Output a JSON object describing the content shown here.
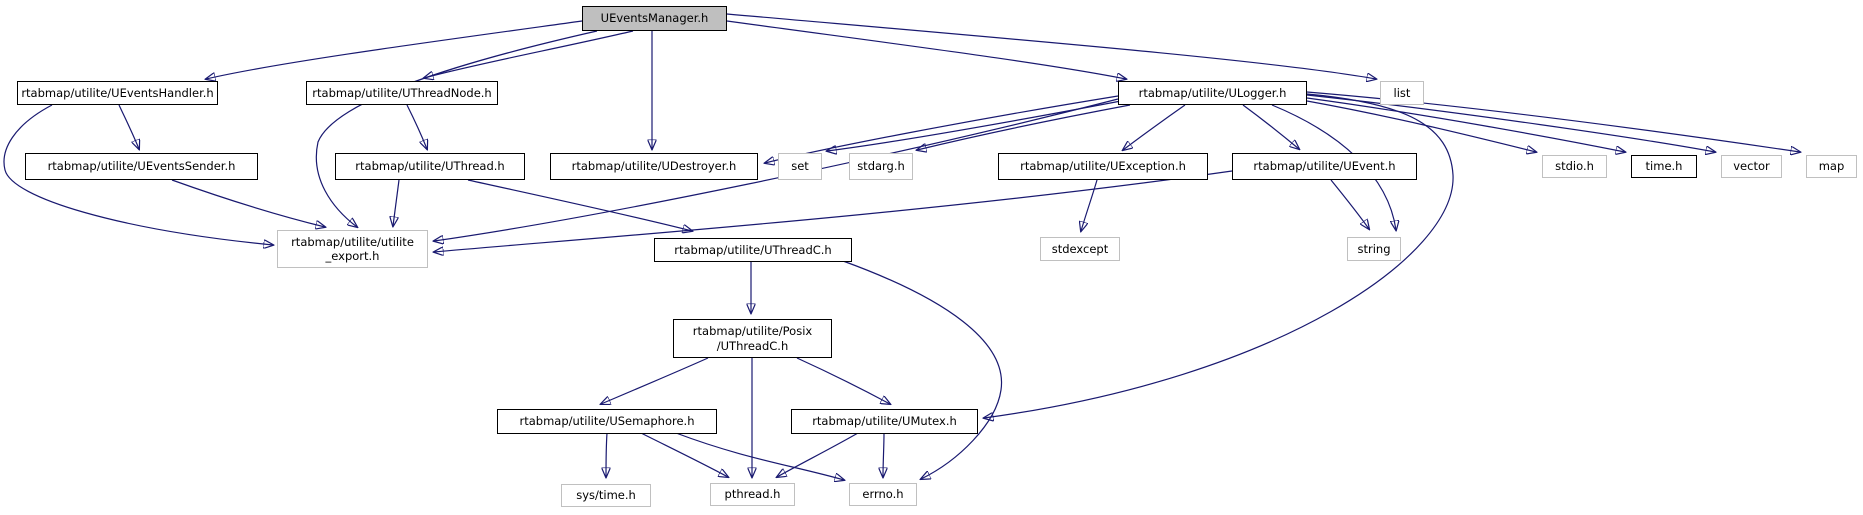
{
  "diagram": {
    "type": "include-dependency-graph",
    "root": "UEventsManager.h",
    "colors": {
      "edge": "#191970",
      "root_fill": "#bfbfbf",
      "border_documented": "#000000",
      "border_external": "#c0c0c0",
      "text": "#000000",
      "background": "#ffffff"
    },
    "nodes": [
      {
        "id": "ueventsmanager",
        "label": "UEventsManager.h",
        "kind": "root"
      },
      {
        "id": "ueventshandler",
        "label": "rtabmap/utilite/UEventsHandler.h",
        "kind": "documented"
      },
      {
        "id": "uthreadnode",
        "label": "rtabmap/utilite/UThreadNode.h",
        "kind": "documented"
      },
      {
        "id": "ulogger",
        "label": "rtabmap/utilite/ULogger.h",
        "kind": "documented"
      },
      {
        "id": "list",
        "label": "list",
        "kind": "external"
      },
      {
        "id": "ueventssender",
        "label": "rtabmap/utilite/UEventsSender.h",
        "kind": "documented"
      },
      {
        "id": "uthread",
        "label": "rtabmap/utilite/UThread.h",
        "kind": "documented"
      },
      {
        "id": "udestroyer",
        "label": "rtabmap/utilite/UDestroyer.h",
        "kind": "documented"
      },
      {
        "id": "set",
        "label": "set",
        "kind": "external"
      },
      {
        "id": "stdarg",
        "label": "stdarg.h",
        "kind": "external"
      },
      {
        "id": "uexception",
        "label": "rtabmap/utilite/UException.h",
        "kind": "documented"
      },
      {
        "id": "uevent",
        "label": "rtabmap/utilite/UEvent.h",
        "kind": "documented"
      },
      {
        "id": "stdio",
        "label": "stdio.h",
        "kind": "external"
      },
      {
        "id": "time",
        "label": "time.h",
        "kind": "documented"
      },
      {
        "id": "vector",
        "label": "vector",
        "kind": "external"
      },
      {
        "id": "map",
        "label": "map",
        "kind": "external"
      },
      {
        "id": "utilite-export",
        "label": "rtabmap/utilite/utilite\n_export.h",
        "kind": "external"
      },
      {
        "id": "uthreadc",
        "label": "rtabmap/utilite/UThreadC.h",
        "kind": "documented"
      },
      {
        "id": "stdexcept",
        "label": "stdexcept",
        "kind": "external"
      },
      {
        "id": "string",
        "label": "string",
        "kind": "external"
      },
      {
        "id": "posix-uthreadc",
        "label": "rtabmap/utilite/Posix\n/UThreadC.h",
        "kind": "documented"
      },
      {
        "id": "usemaphore",
        "label": "rtabmap/utilite/USemaphore.h",
        "kind": "documented"
      },
      {
        "id": "umutex",
        "label": "rtabmap/utilite/UMutex.h",
        "kind": "documented"
      },
      {
        "id": "sys-time",
        "label": "sys/time.h",
        "kind": "external"
      },
      {
        "id": "pthread",
        "label": "pthread.h",
        "kind": "external"
      },
      {
        "id": "errno",
        "label": "errno.h",
        "kind": "external"
      }
    ],
    "edges": [
      {
        "from": "ueventsmanager",
        "to": "ueventshandler"
      },
      {
        "from": "ueventsmanager",
        "to": "uthreadnode"
      },
      {
        "from": "ueventsmanager",
        "to": "udestroyer"
      },
      {
        "from": "ueventsmanager",
        "to": "ulogger"
      },
      {
        "from": "ueventsmanager",
        "to": "list"
      },
      {
        "from": "ueventsmanager",
        "to": "utilite-export"
      },
      {
        "from": "ueventshandler",
        "to": "ueventssender"
      },
      {
        "from": "ueventshandler",
        "to": "utilite-export"
      },
      {
        "from": "ueventssender",
        "to": "utilite-export"
      },
      {
        "from": "uthreadnode",
        "to": "uthread"
      },
      {
        "from": "uthread",
        "to": "utilite-export"
      },
      {
        "from": "uthread",
        "to": "uthreadc"
      },
      {
        "from": "ulogger",
        "to": "udestroyer"
      },
      {
        "from": "ulogger",
        "to": "set"
      },
      {
        "from": "ulogger",
        "to": "stdarg"
      },
      {
        "from": "ulogger",
        "to": "uexception"
      },
      {
        "from": "ulogger",
        "to": "uevent"
      },
      {
        "from": "ulogger",
        "to": "utilite-export"
      },
      {
        "from": "uevent",
        "to": "utilite-export"
      },
      {
        "from": "ulogger",
        "to": "string"
      },
      {
        "from": "ulogger",
        "to": "umutex"
      },
      {
        "from": "ulogger",
        "to": "stdio"
      },
      {
        "from": "ulogger",
        "to": "time"
      },
      {
        "from": "ulogger",
        "to": "vector"
      },
      {
        "from": "ulogger",
        "to": "map"
      },
      {
        "from": "uexception",
        "to": "stdexcept"
      },
      {
        "from": "uevent",
        "to": "string"
      },
      {
        "from": "uthreadc",
        "to": "posix-uthreadc"
      },
      {
        "from": "uthreadc",
        "to": "errno"
      },
      {
        "from": "posix-uthreadc",
        "to": "usemaphore"
      },
      {
        "from": "posix-uthreadc",
        "to": "pthread"
      },
      {
        "from": "posix-uthreadc",
        "to": "umutex"
      },
      {
        "from": "usemaphore",
        "to": "sys-time"
      },
      {
        "from": "usemaphore",
        "to": "pthread"
      },
      {
        "from": "usemaphore",
        "to": "errno"
      },
      {
        "from": "umutex",
        "to": "pthread"
      },
      {
        "from": "umutex",
        "to": "errno"
      }
    ]
  }
}
